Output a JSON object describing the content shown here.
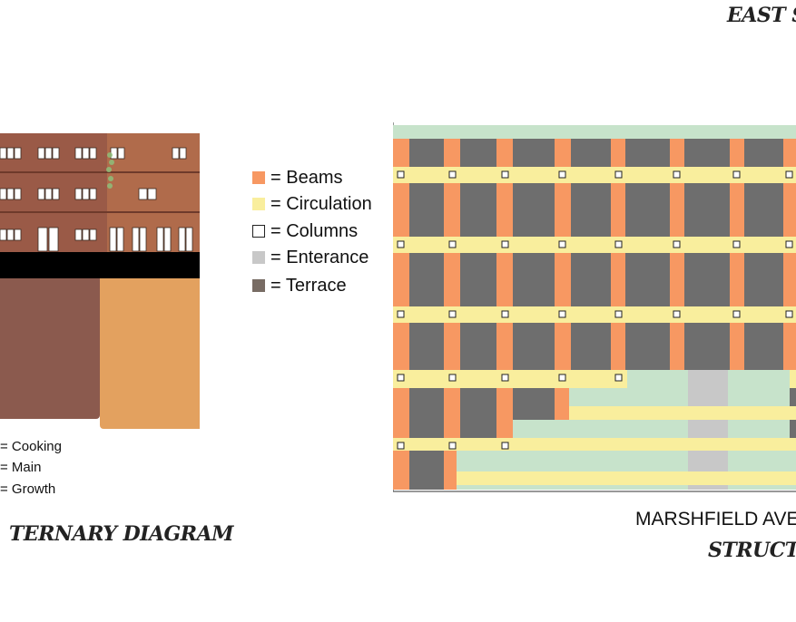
{
  "header": {
    "title": "EAST SA"
  },
  "ternary": {
    "legend": [
      "= Cooking",
      "= Main",
      "= Growth"
    ],
    "title": "TERNARY DIAGRAM",
    "colors": {
      "cooking": "#8b5a4e",
      "growth": "#e3a15f",
      "band": "#000000"
    }
  },
  "structure": {
    "legend": [
      {
        "label": "= Beams",
        "color": "#f79862"
      },
      {
        "label": "= Circulation",
        "color": "#f9ee9d"
      },
      {
        "label": "= Columns",
        "color": "#ffffff"
      },
      {
        "label": "= Enterance",
        "color": "#c8c8c8"
      },
      {
        "label": "= Terrace",
        "color": "#786c64"
      }
    ],
    "street_label": "MARSHFIELD AVE",
    "title": "STRUCTU",
    "colors": {
      "room": "#6e6e6e",
      "green": "#c7e3cb"
    }
  }
}
